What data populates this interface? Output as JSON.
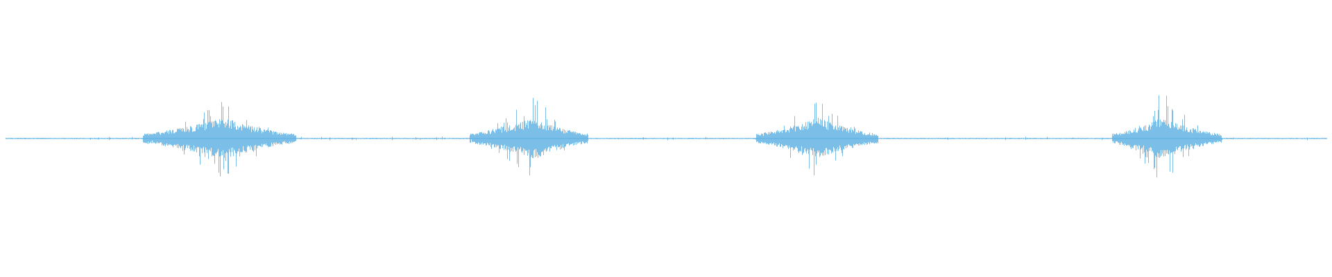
{
  "chart_data": {
    "type": "waveform",
    "title": "",
    "xlabel": "",
    "ylabel": "",
    "axes_visible": false,
    "grid": false,
    "legend": "none",
    "color": "#5aafe4",
    "ylim": [
      -1,
      1
    ],
    "xlim": [
      0,
      1
    ],
    "baseline": 0,
    "baseline_noise_amplitude": 0.008,
    "bursts": [
      {
        "start": 0.1,
        "peak": 0.165,
        "end": 0.225,
        "peak_amplitude": 0.72,
        "min_amplitude": 0.67
      },
      {
        "start": 0.348,
        "peak": 0.4,
        "end": 0.445,
        "peak_amplitude": 0.73,
        "min_amplitude": 0.68
      },
      {
        "start": 0.565,
        "peak": 0.615,
        "end": 0.665,
        "peak_amplitude": 0.68,
        "min_amplitude": 0.69
      },
      {
        "start": 0.835,
        "peak": 0.875,
        "end": 0.925,
        "peak_amplitude": 0.78,
        "min_amplitude": 0.76
      }
    ]
  }
}
